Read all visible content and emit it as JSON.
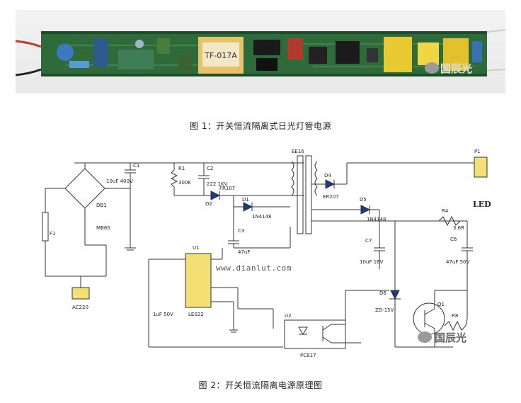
{
  "figure1": {
    "caption": "图 1：开关恒流隔离式日光灯管电源",
    "transformer_label": "TF-017A",
    "watermark": "国辰光"
  },
  "figure2": {
    "caption": "图 2：开关恒流隔离电源原理图",
    "url_watermark": "www.dianlut.com",
    "watermark": "国辰光",
    "labels": {
      "c1": "C1",
      "c1_val": "10uF 400V",
      "r1": "R1",
      "r1_val": "300K",
      "c2": "C2",
      "c2_val": "222 1KV",
      "d2": "D2",
      "d2_val": "FR107",
      "t1": "EE16",
      "d1": "D1",
      "d1_val": "1N4148",
      "c3": "C3",
      "c3_val": "47uF",
      "u1": "U1",
      "u1_val": "LE022",
      "c5_val": "1uF 50V",
      "bridge": "DB1",
      "bridge_val": "MB6S",
      "f1": "F1",
      "ac": "AC220",
      "d4": "D4",
      "d4_val": "ER207",
      "d5": "D5",
      "d5_val": "1N4148",
      "c7": "C7",
      "c7_val": "10uF 16V",
      "r4": "R4",
      "r4_val": "3.6R",
      "c6": "C6",
      "c6_val": "47uF 50V",
      "d6": "D6",
      "d6_val": "ZD-15V",
      "q1": "Q1",
      "r8": "R8",
      "u2": "U2",
      "u2_val": "PC817",
      "p1": "P1",
      "led": "LED"
    }
  }
}
